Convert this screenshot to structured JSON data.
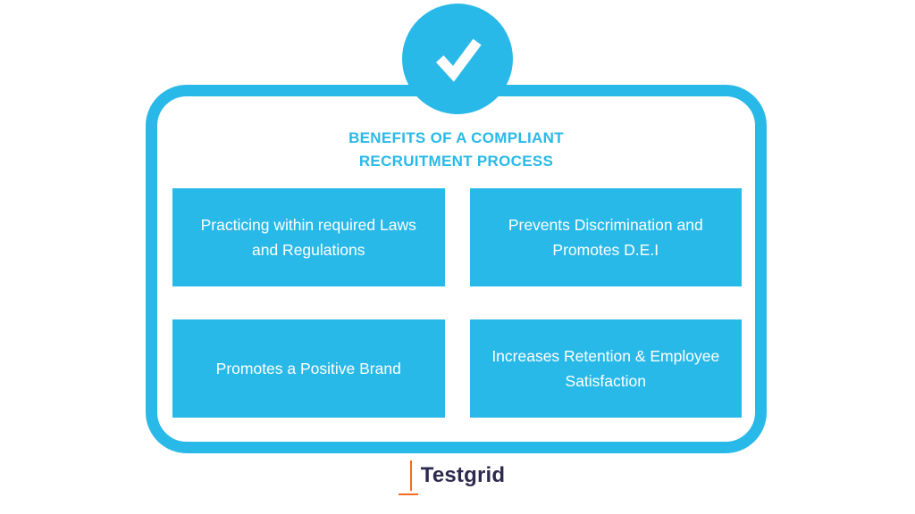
{
  "colors": {
    "accent_cyan": "#29b9e8",
    "box_fill": "#29b9e8",
    "box_text": "#ffffff",
    "logo_text_color": "#2e2a4f",
    "logo_accent_orange": "#f26a21"
  },
  "icons": {
    "checkmark": "checkmark-icon"
  },
  "header": {
    "title_line1": "BENEFITS OF A COMPLIANT",
    "title_line2": "RECRUITMENT PROCESS"
  },
  "benefits": [
    {
      "label": "Practicing within required Laws and Regulations"
    },
    {
      "label": "Prevents Discrimination and Promotes D.E.I"
    },
    {
      "label": "Promotes a Positive Brand"
    },
    {
      "label": "Increases Retention & Employee Satisfaction"
    }
  ],
  "footer": {
    "logo_text": "Testgrid"
  }
}
